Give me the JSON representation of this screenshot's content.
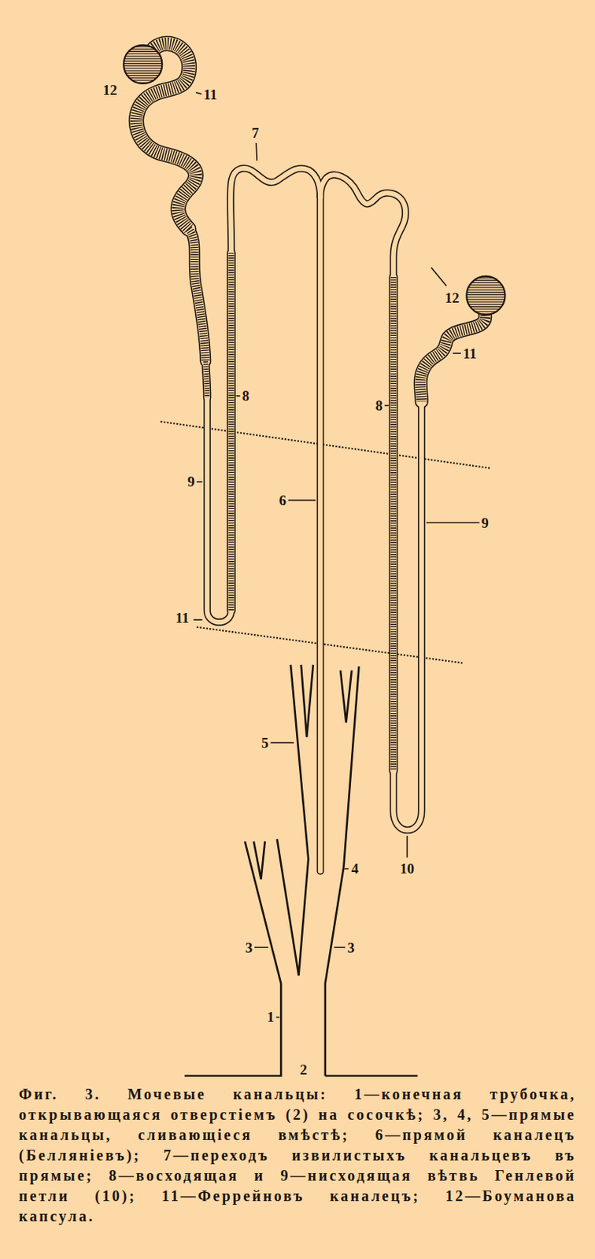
{
  "diagram": {
    "caption": "Фиг. 3. Мочевые канальцы: 1—конечная трубочка, открывающаяся отверстіемъ (2) на сосочкѣ; 3, 4, 5—прямые канальцы, сливающіеся вмѣстѣ; 6—прямой каналецъ (Белляніевъ); 7—переходъ извилистыхъ канальцевъ въ прямые; 8—восходящая и 9—нисходящая вѣтвь Генлевой петли (10); 11—Феррейновъ каналецъ; 12—Боуманова капсула.",
    "labels": [
      "12",
      "11",
      "7",
      "12",
      "11",
      "8",
      "8",
      "9",
      "6",
      "9",
      "11",
      "5",
      "4",
      "10",
      "3",
      "3",
      "1",
      "2"
    ]
  }
}
